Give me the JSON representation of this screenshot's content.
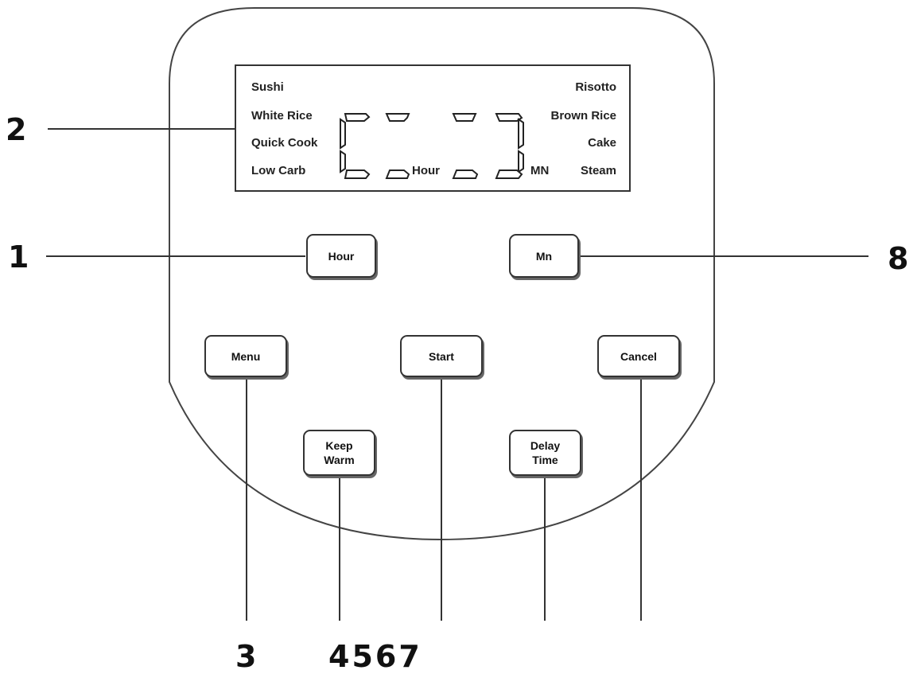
{
  "display": {
    "left_labels": [
      "Sushi",
      "White Rice",
      "Quick Cook",
      "Low Carb"
    ],
    "right_labels": [
      "Risotto",
      "Brown Rice",
      "Cake",
      "Steam"
    ],
    "hour_indicator": "Hour",
    "minute_indicator": "MN"
  },
  "buttons": {
    "hour": "Hour",
    "mn": "Mn",
    "menu": "Menu",
    "start": "Start",
    "cancel": "Cancel",
    "keep_warm": [
      "Keep",
      "Warm"
    ],
    "delay_time": [
      "Delay",
      "Time"
    ]
  },
  "callouts": {
    "display": "2",
    "hour_button": "1",
    "mn_button": "8",
    "menu_button": "3",
    "group": "4567"
  }
}
